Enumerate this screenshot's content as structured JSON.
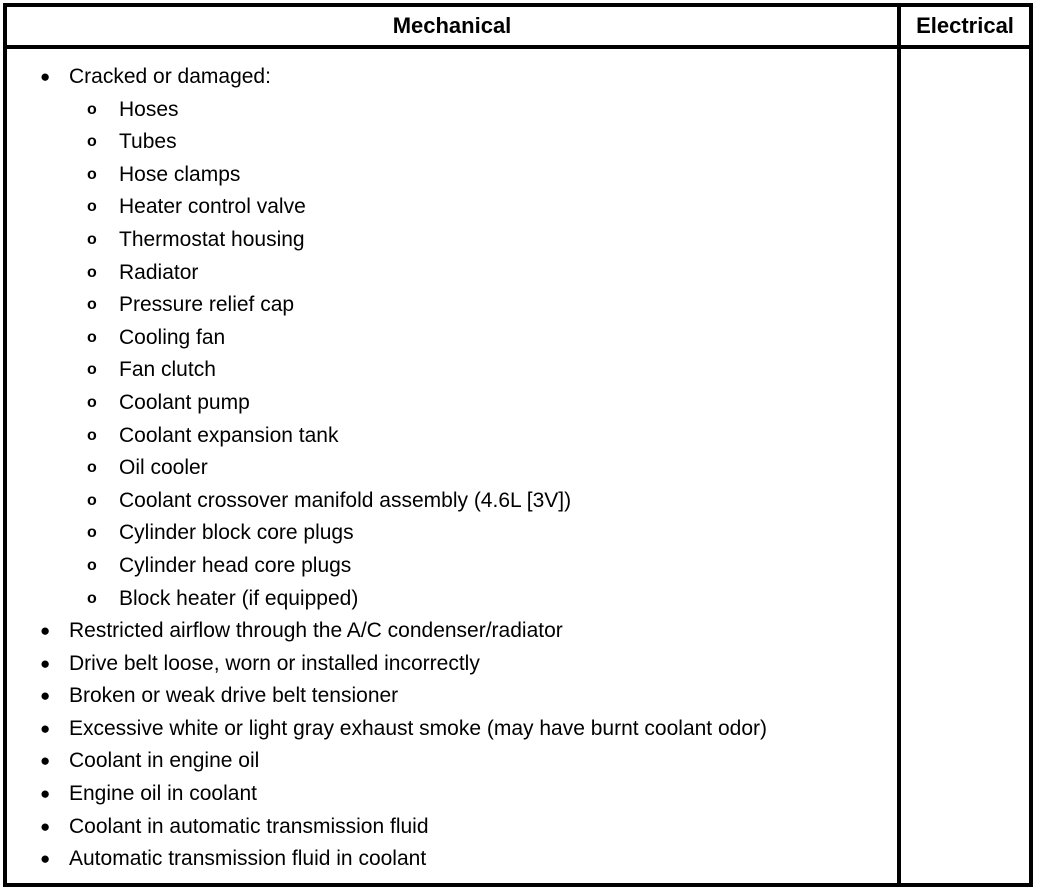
{
  "table": {
    "columns": [
      {
        "key": "mechanical",
        "header": "Mechanical"
      },
      {
        "key": "electrical",
        "header": "Electrical"
      }
    ],
    "mechanical": {
      "bullet_glyph_level1": "●",
      "bullet_glyph_level2": "o",
      "items": [
        {
          "level": 1,
          "text": "Cracked or damaged:"
        },
        {
          "level": 2,
          "text": "Hoses"
        },
        {
          "level": 2,
          "text": "Tubes"
        },
        {
          "level": 2,
          "text": "Hose clamps"
        },
        {
          "level": 2,
          "text": "Heater control valve"
        },
        {
          "level": 2,
          "text": "Thermostat housing"
        },
        {
          "level": 2,
          "text": "Radiator"
        },
        {
          "level": 2,
          "text": "Pressure relief cap"
        },
        {
          "level": 2,
          "text": "Cooling fan"
        },
        {
          "level": 2,
          "text": "Fan clutch"
        },
        {
          "level": 2,
          "text": "Coolant pump"
        },
        {
          "level": 2,
          "text": "Coolant expansion tank"
        },
        {
          "level": 2,
          "text": "Oil cooler"
        },
        {
          "level": 2,
          "text": "Coolant crossover manifold assembly (4.6L [3V])"
        },
        {
          "level": 2,
          "text": "Cylinder block core plugs"
        },
        {
          "level": 2,
          "text": "Cylinder head core plugs"
        },
        {
          "level": 2,
          "text": "Block heater (if equipped)"
        },
        {
          "level": 1,
          "text": "Restricted airflow through the A/C condenser/radiator"
        },
        {
          "level": 1,
          "text": "Drive belt loose, worn or installed incorrectly"
        },
        {
          "level": 1,
          "text": "Broken or weak drive belt tensioner"
        },
        {
          "level": 1,
          "text": "Excessive white or light gray exhaust smoke (may have burnt coolant odor)"
        },
        {
          "level": 1,
          "text": "Coolant in engine oil"
        },
        {
          "level": 1,
          "text": "Engine oil in coolant"
        },
        {
          "level": 1,
          "text": "Coolant in automatic transmission fluid"
        },
        {
          "level": 1,
          "text": "Automatic transmission fluid in coolant"
        }
      ]
    },
    "electrical": {
      "items": []
    },
    "colors": {
      "border": "#000000",
      "text": "#000000",
      "background": "#ffffff"
    }
  }
}
